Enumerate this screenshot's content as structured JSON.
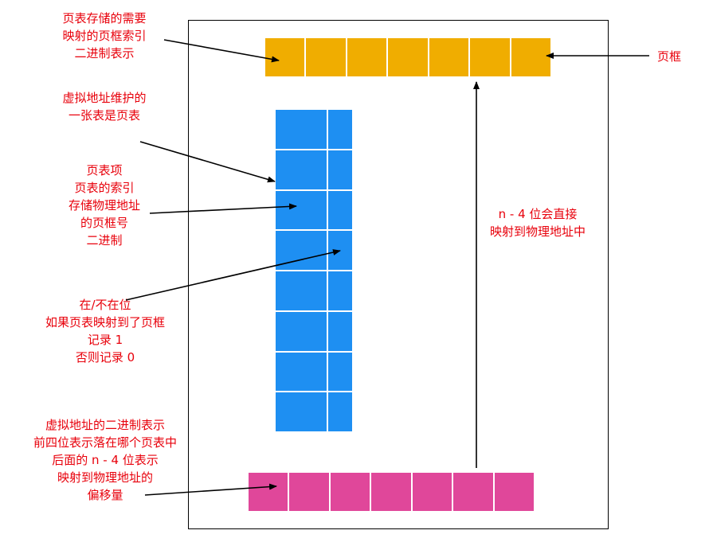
{
  "labels": {
    "page_table_index": [
      "页表存储的需要",
      "映射的页框索引",
      "二进制表示"
    ],
    "page_table_desc": [
      "虚拟地址维护的",
      "一张表是页表"
    ],
    "page_table_entry": [
      "页表项",
      "页表的索引",
      "存储物理地址",
      "的页框号",
      "二进制"
    ],
    "present_bit": [
      "在/不在位",
      "如果页表映射到了页框",
      "记录 1",
      "否则记录 0"
    ],
    "virtual_address": [
      "虚拟地址的二进制表示",
      "前四位表示落在哪个页表中",
      "后面的 n - 4 位表示",
      "映射到物理地址的",
      "偏移量"
    ],
    "page_frame": "页框",
    "direct_map": [
      "n - 4 位会直接",
      "映射到物理地址中"
    ]
  },
  "colors": {
    "label_text": "#e8000b",
    "page_frame_row": "#f0ad00",
    "page_table": "#1e8ff2",
    "virtual_address_row": "#e0479a"
  }
}
